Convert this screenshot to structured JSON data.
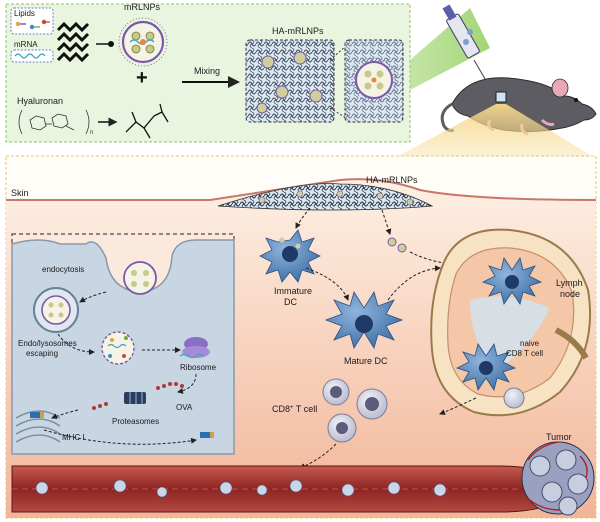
{
  "top_panel": {
    "legend": {
      "lipids": "Lipids",
      "mrna": "mRNA",
      "hyaluronan": "Hyaluronan"
    },
    "mrlnps": "mRLNPs",
    "plus": "+",
    "mixing": "Mixing",
    "ha_mrlnps": "HA-mRLNPs"
  },
  "bottom_panel": {
    "skin": "Skin",
    "depot": "HA-mRLNPs",
    "cell": {
      "endocytosis": "endocytosis",
      "escape_line1": "Endo/lysosomes",
      "escape_line2": "escaping",
      "ribosome": "Ribosome",
      "ova": "OVA",
      "proteasomes": "Proteasomes",
      "mhc": "MHC I"
    },
    "immature_dc_line1": "Immature",
    "immature_dc_line2": "DC",
    "mature_dc": "Mature DC",
    "lymph_line1": "Lymph",
    "lymph_line2": "node",
    "naive_line1": "naive",
    "naive_line2": "CD8 T cell",
    "cd8": "CD8",
    "cd8_sup": "+",
    "tcell": " T cell",
    "tumor": "Tumor"
  },
  "colors": {
    "top_bg": "#eaf5e0",
    "top_border": "#8ec26a",
    "bottom_border": "#e8c56a",
    "skin_top": "#fbe7d4",
    "skin_bottom": "#f2b79a",
    "cell_fill": "#c9d6e4",
    "dc_blue": "#4f7fb5",
    "vessel": "#9b2a2a",
    "tumor": "#8a95b8"
  }
}
